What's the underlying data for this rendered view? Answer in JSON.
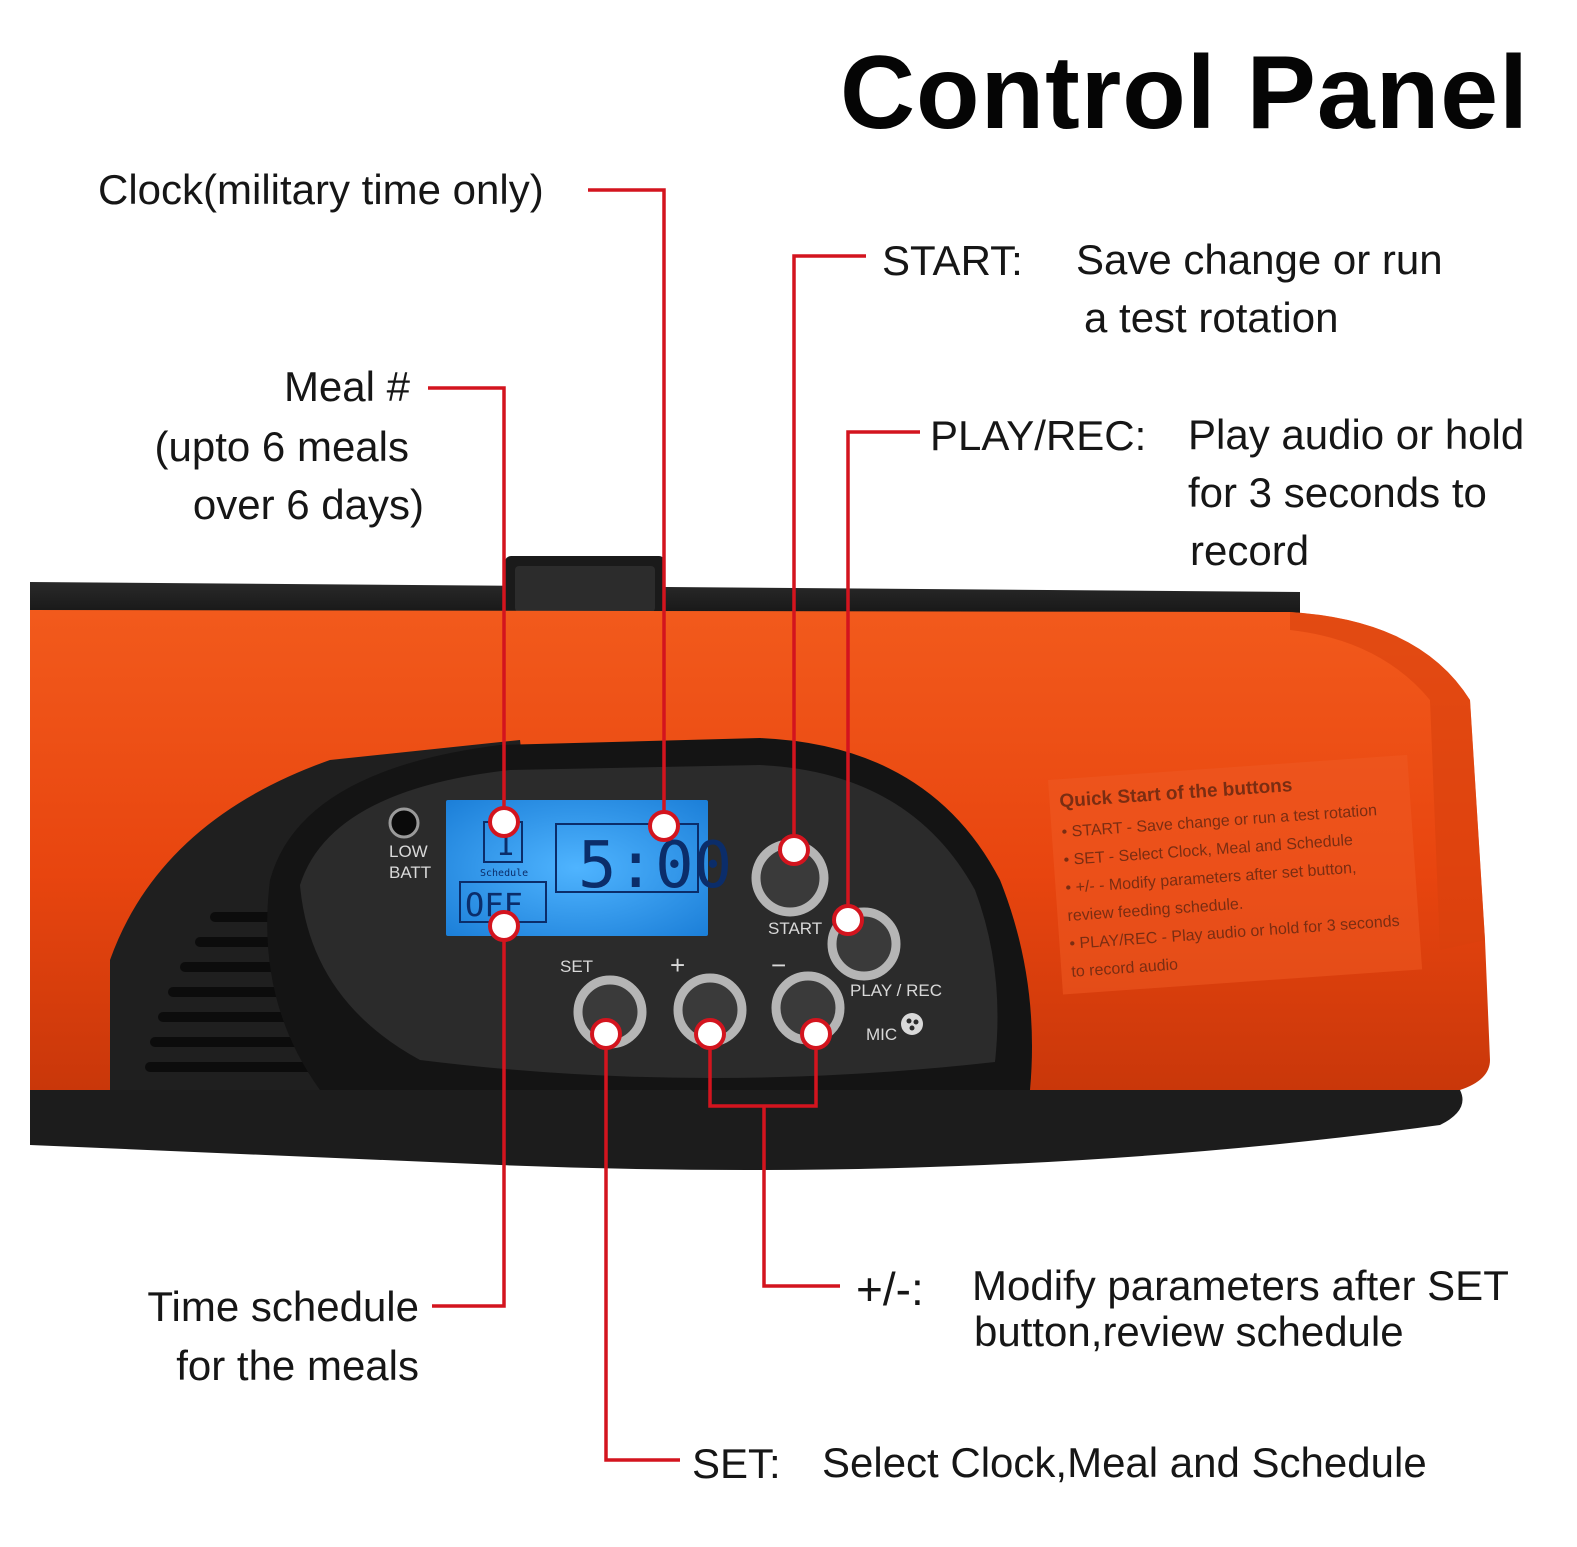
{
  "title": "Control Panel",
  "callouts": {
    "clock": {
      "label": "Clock(military time only)"
    },
    "meal": {
      "lines": [
        "Meal #",
        "(upto 6 meals",
        "over 6 days)"
      ]
    },
    "start": {
      "heading": "START:",
      "lines": [
        "Save change or run",
        "a test rotation"
      ]
    },
    "play_rec": {
      "heading": "PLAY/REC:",
      "lines": [
        "Play audio or hold",
        "for 3 seconds to",
        "record"
      ]
    },
    "schedule": {
      "lines": [
        "Time schedule",
        "for the meals"
      ]
    },
    "plus_minus": {
      "heading": "+/-:",
      "lines": [
        "Modify parameters after SET",
        "button,review schedule"
      ]
    },
    "set": {
      "heading": "SET:",
      "lines": [
        "Select Clock,Meal and Schedule"
      ]
    }
  },
  "device": {
    "body_color": "#ec4a12",
    "panel_color": "#1e1e1e",
    "lcd_color": "#2f9cf0",
    "lcd": {
      "time": "5:00",
      "meal": "1",
      "schedule_label": "Schedule",
      "schedule_state": "OFF"
    },
    "button_labels": {
      "low_batt": [
        "LOW",
        "BATT"
      ],
      "start": "START",
      "play_rec": "PLAY / REC",
      "set": "SET",
      "plus": "+",
      "minus": "−",
      "mic": "MIC"
    },
    "sticker": {
      "title": "Quick Start of the buttons",
      "lines": [
        "• START -  Save change or run a test rotation",
        "• SET -  Select Clock, Meal and Schedule",
        "• +/-  - Modify parameters after set button,",
        "   review feeding schedule.",
        "• PLAY/REC - Play audio or hold for 3 seconds",
        "   to record audio"
      ]
    }
  },
  "accent_color": "#d3141e"
}
